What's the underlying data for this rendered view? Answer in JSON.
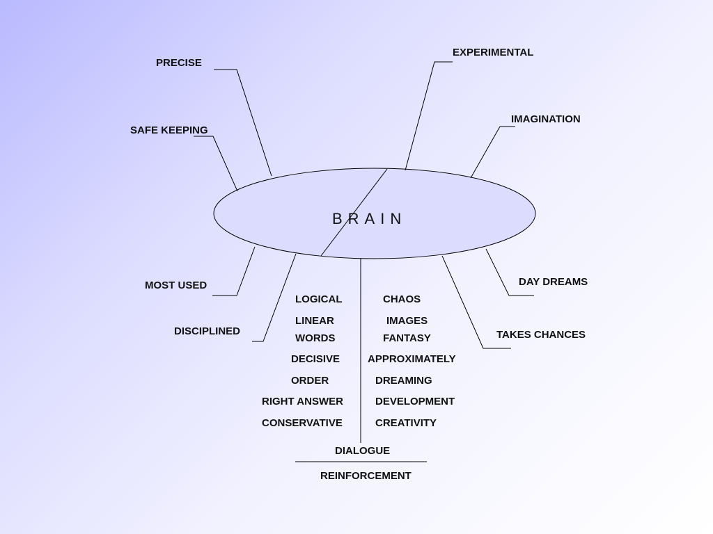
{
  "diagram": {
    "center_label": "BRAIN",
    "left_side_traits": [
      "PRECISE",
      "SAFE KEEPING",
      "MOST USED",
      "DISCIPLINED"
    ],
    "right_side_traits": [
      "EXPERIMENTAL",
      "IMAGINATION",
      "DAY DREAMS",
      "TAKES CHANCES"
    ],
    "left_column": [
      "LOGICAL",
      "LINEAR",
      "WORDS",
      "DECISIVE",
      "ORDER",
      "RIGHT ANSWER",
      "CONSERVATIVE"
    ],
    "right_column": [
      "CHAOS",
      "IMAGES",
      "FANTASY",
      "APPROXIMATELY",
      "DREAMING",
      "DEVELOPMENT",
      "CREATIVITY"
    ],
    "bottom_top": "DIALOGUE",
    "bottom_bottom": "REINFORCEMENT"
  }
}
